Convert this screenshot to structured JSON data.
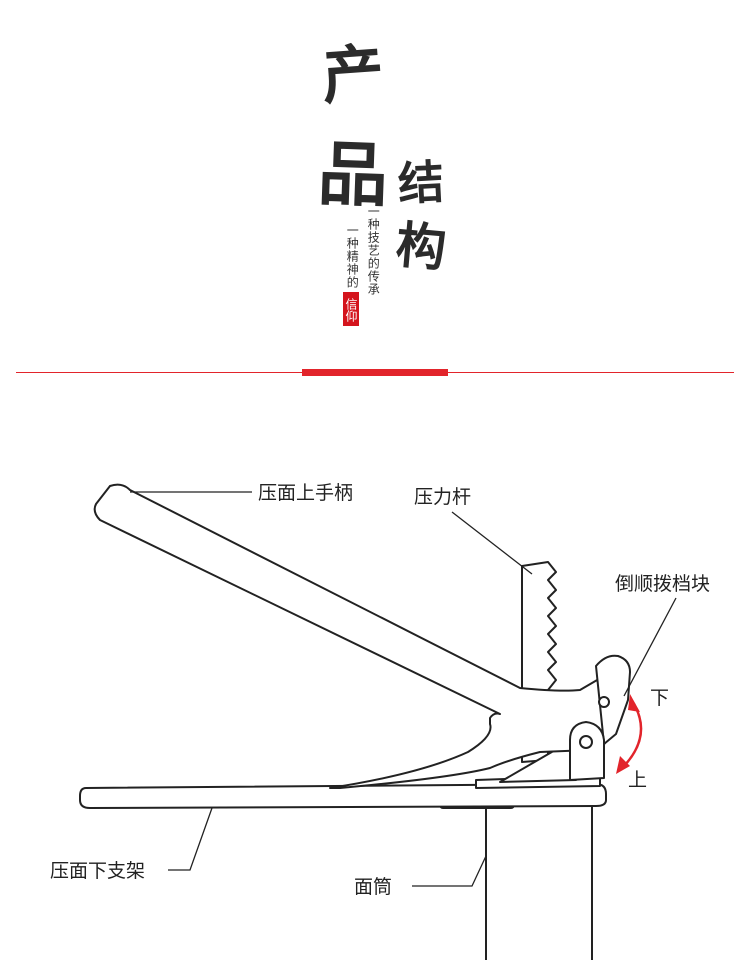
{
  "title": {
    "char1": "产",
    "char2": "品",
    "char3": "结",
    "char4": "构",
    "tagline_1": "一种技艺的传承",
    "tagline_2": "一种精神的",
    "tagline_highlight": "信仰"
  },
  "colors": {
    "accent_red": "#e2242b",
    "line": "#222222"
  },
  "labels": {
    "upper_handle": "压面上手柄",
    "pressure_rod": "压力杆",
    "reverse_pawl": "倒顺拨档块",
    "down": "下",
    "up": "上",
    "lower_bracket": "压面下支架",
    "barrel": "面筒"
  }
}
